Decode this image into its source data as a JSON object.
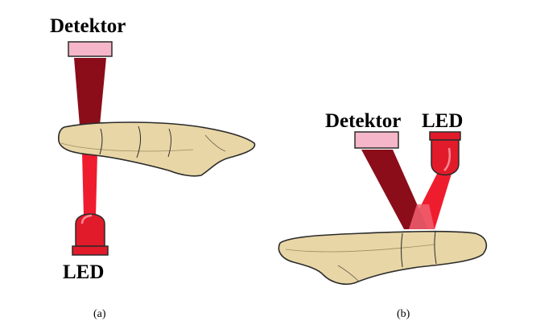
{
  "figure": {
    "panel_a": {
      "detector_label": "Detektor",
      "led_label": "LED",
      "caption": "(a)"
    },
    "panel_b": {
      "detector_label": "Detektor",
      "led_label": "LED",
      "caption": "(b)"
    }
  },
  "colors": {
    "detector_fill": "#f4b6c8",
    "led_red": "#e11b2a",
    "beam_dark": "#8b0d1a",
    "beam_light": "#ef1c2e",
    "finger_skin": "#e8d6a6",
    "finger_outline": "#2b2b2b"
  }
}
